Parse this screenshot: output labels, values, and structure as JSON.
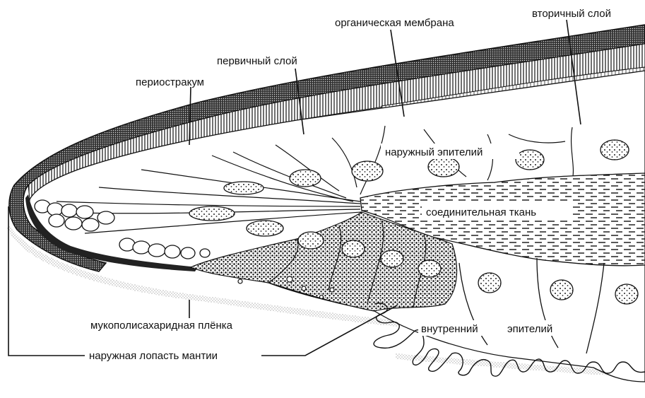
{
  "labels": {
    "periostracum": "периостракум",
    "primary_layer": "первичный слой",
    "organic_membrane": "органическая мембрана",
    "secondary_layer": "вторичный слой",
    "outer_epithelium": "наружный эпителий",
    "connective_tissue": "соединительная ткань",
    "inner": "внутренний",
    "epithelium": "эпителий",
    "mucopolysaccharide_film": "мукополисахаридная плёнка",
    "outer_mantle_lobe": "наружная лопасть мантии"
  }
}
